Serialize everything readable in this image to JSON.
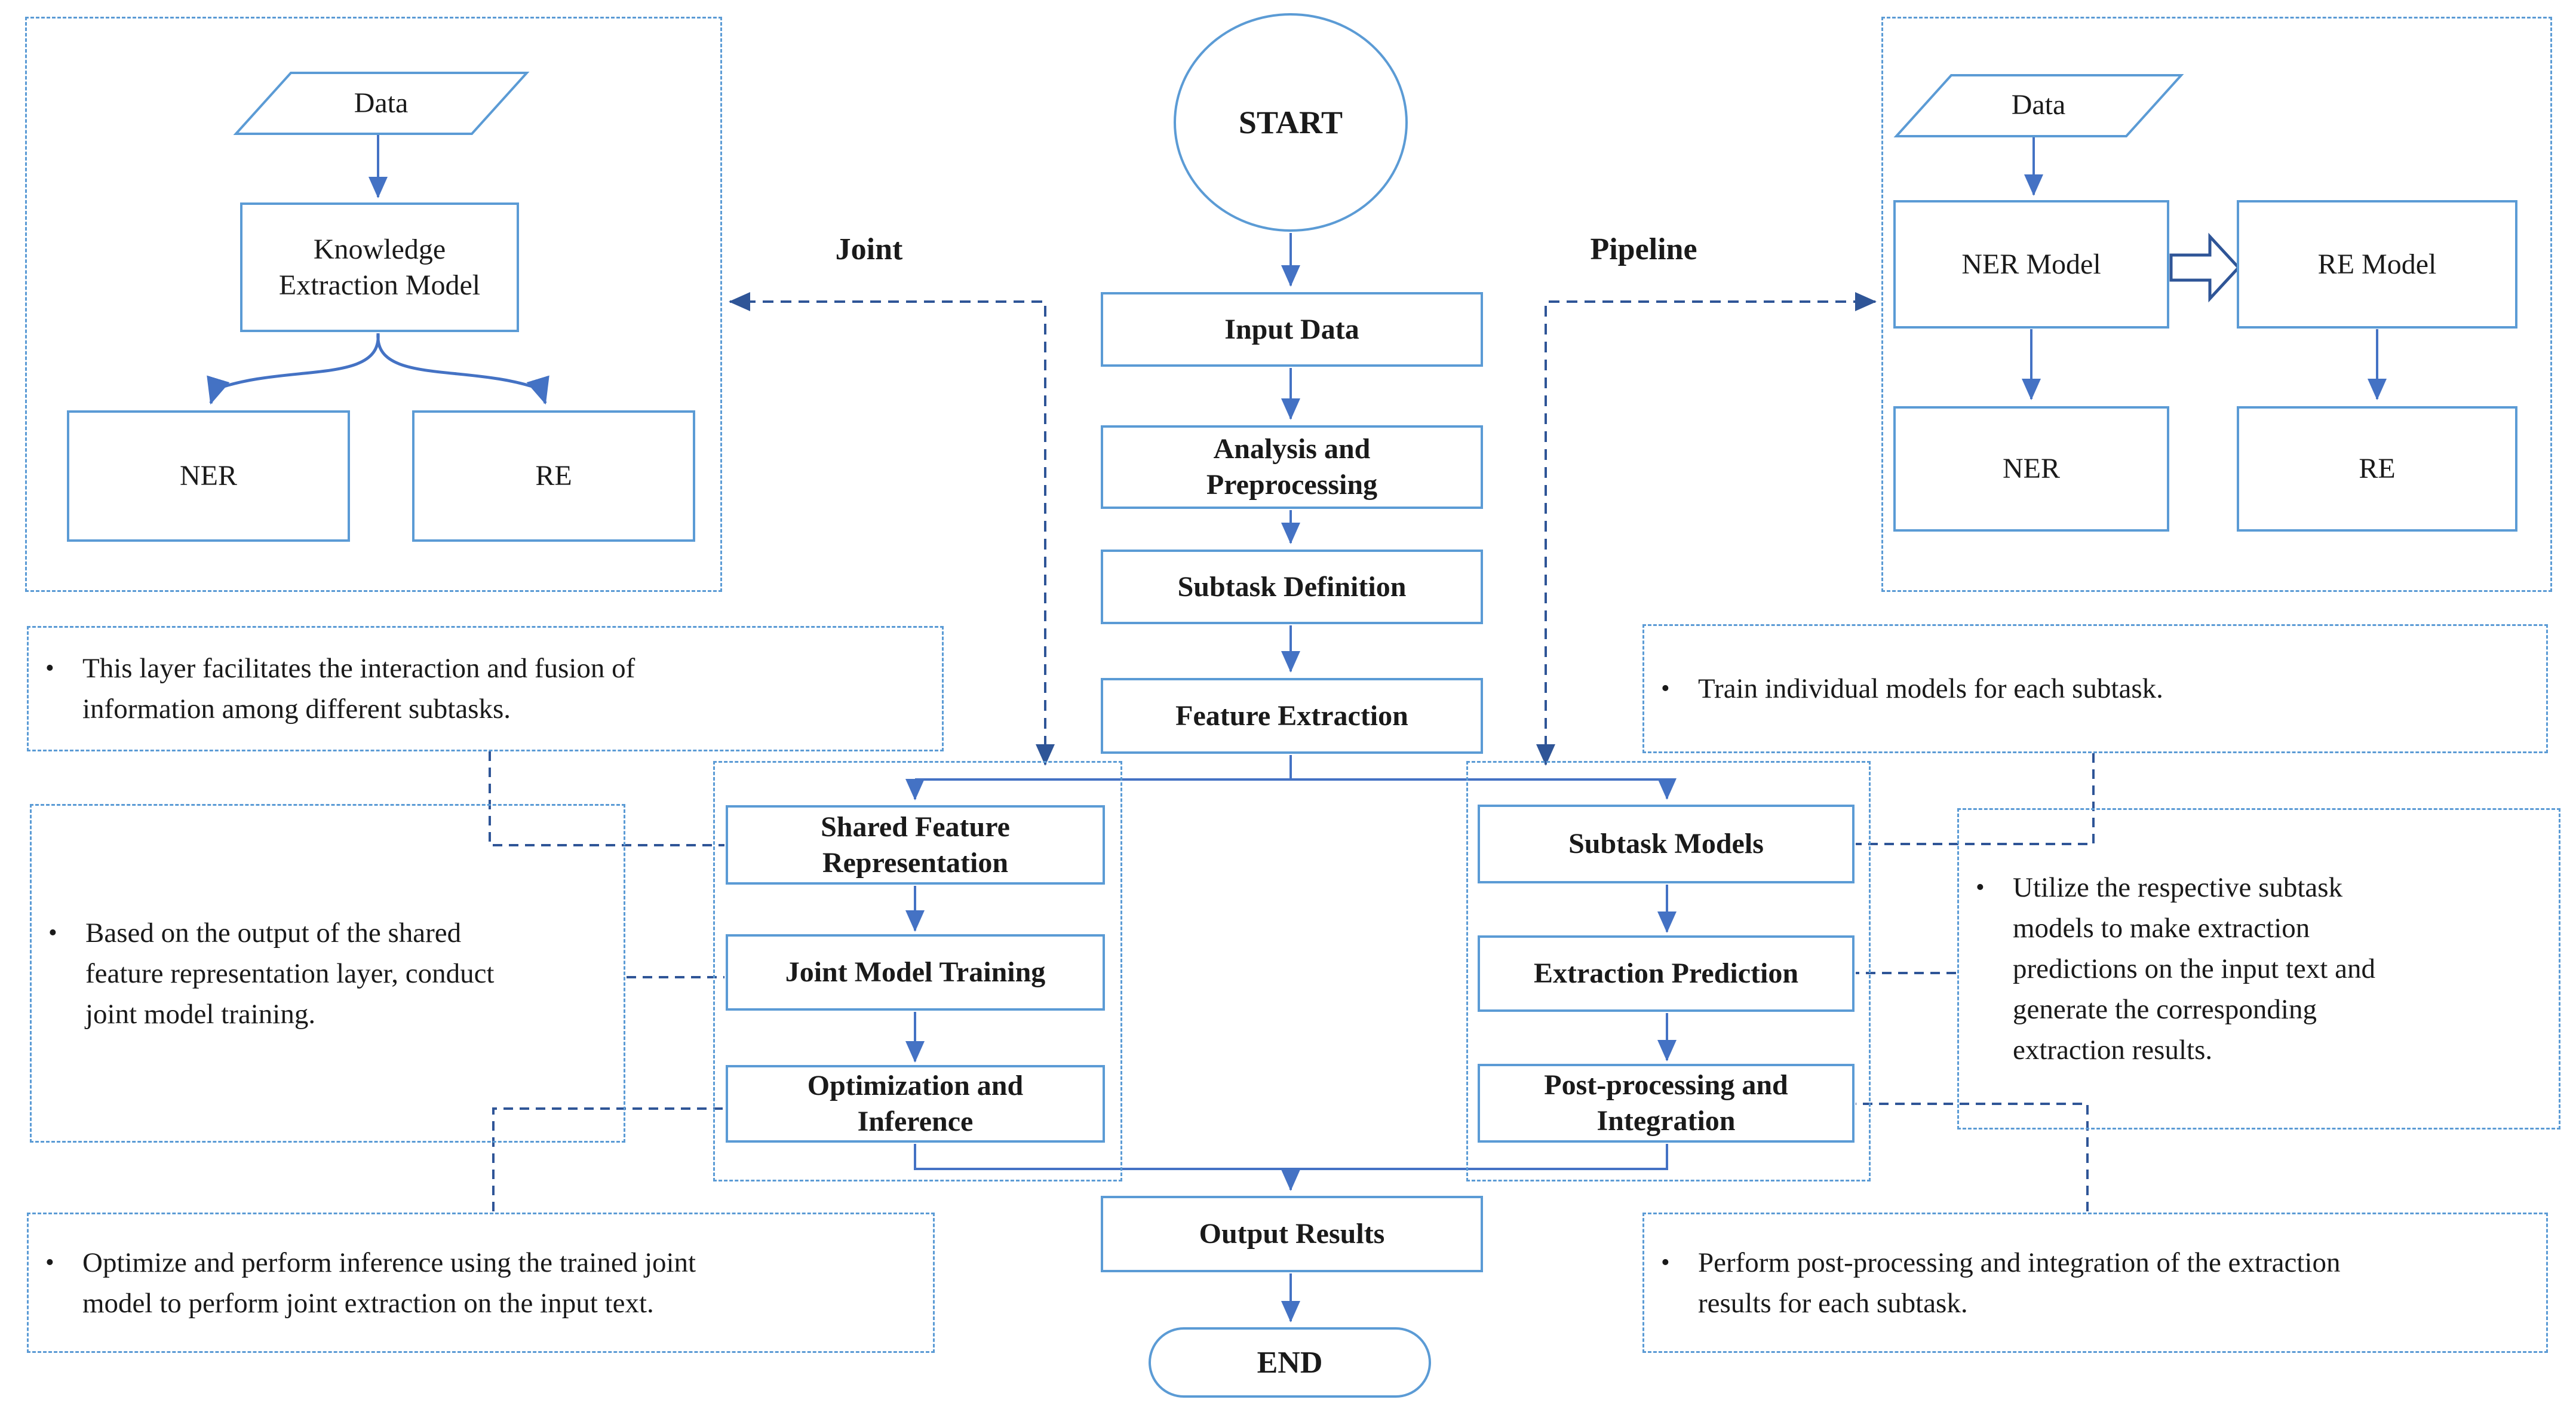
{
  "figure_type": "flowchart",
  "colors": {
    "background": "#FFFFFF",
    "box_border_blue": "#5B9BD5",
    "flow_arrow_blue": "#4472C4",
    "connector_dark_blue": "#2F5597",
    "text": "#1A1A1A"
  },
  "bullet": "•",
  "labels": {
    "joint": "Joint",
    "pipeline": "Pipeline"
  },
  "flow": {
    "start": "START",
    "input_data": "Input Data",
    "analysis": "Analysis and\nPreprocessing",
    "subtask_definition": "Subtask Definition",
    "feature_extraction": "Feature Extraction",
    "output_results": "Output Results",
    "end": "END"
  },
  "joint_branch": {
    "shared_feature": "Shared Feature\nRepresentation",
    "joint_training": "Joint Model Training",
    "optimization": "Optimization and\nInference"
  },
  "pipeline_branch": {
    "subtask_models": "Subtask Models",
    "extraction_prediction": "Extraction Prediction",
    "postprocessing": "Post-processing and\nIntegration"
  },
  "diagrams": {
    "joint": {
      "data": "Data",
      "model": "Knowledge\nExtraction Model",
      "ner": "NER",
      "re": "RE"
    },
    "pipeline": {
      "data": "Data",
      "ner_model": "NER Model",
      "re_model": "RE Model",
      "ner": "NER",
      "re": "RE"
    }
  },
  "notes": {
    "joint": [
      "This layer facilitates the interaction and fusion of\ninformation among different subtasks.",
      "Based on the output of the shared\nfeature representation layer, conduct\njoint model training.",
      "Optimize and perform inference using the trained joint\nmodel to perform joint extraction on the input text."
    ],
    "pipeline": [
      "Train individual models for each subtask.",
      "Utilize the respective subtask\nmodels to make extraction\npredictions on the input text and\ngenerate the corresponding\nextraction results.",
      "Perform post-processing and integration of the extraction\nresults for each subtask."
    ]
  }
}
